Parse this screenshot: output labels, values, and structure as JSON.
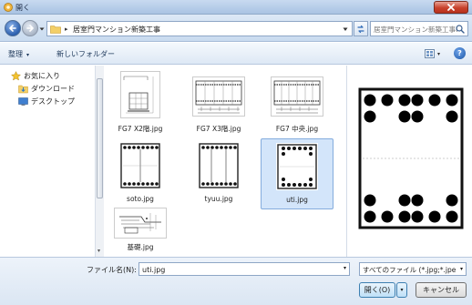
{
  "window": {
    "title": "開く"
  },
  "address": {
    "crumb": "居室門マンション新築工事",
    "separator": "▸"
  },
  "search": {
    "placeholder": "居室門マンション新築工事の..."
  },
  "toolbar": {
    "organize_label": "整理",
    "organize_caret": "▾",
    "new_folder_label": "新しいフォルダー",
    "view_caret": "▾",
    "help_label": "?"
  },
  "nav": {
    "items": [
      {
        "label": "お気に入り",
        "icon": "star-icon"
      },
      {
        "label": "ダウンロード",
        "icon": "download-folder-icon"
      },
      {
        "label": "デスクトップ",
        "icon": "desktop-icon"
      }
    ],
    "scroll_down": "▾"
  },
  "files": [
    {
      "name": "FG7 X2階.jpg",
      "selected": false
    },
    {
      "name": "FG7 X3階.jpg",
      "selected": false
    },
    {
      "name": "FG7 中央.jpg",
      "selected": false
    },
    {
      "name": "soto.jpg",
      "selected": false
    },
    {
      "name": "tyuu.jpg",
      "selected": false
    },
    {
      "name": "uti.jpg",
      "selected": true
    },
    {
      "name": "基礎.jpg",
      "selected": false
    }
  ],
  "footer": {
    "filename_label": "ファイル名(N):",
    "filename_value": "uti.jpg",
    "filename_caret": "▾",
    "filetype_value": "すべてのファイル (*.jpg;*.jpe",
    "filetype_caret": "▾",
    "open_label": "開く(O)",
    "open_split_caret": "▾",
    "cancel_label": "キャンセル"
  },
  "colors": {
    "titlebar": "#a9c3e3",
    "selection": "#d3e5fa",
    "close_button": "#c8412c"
  }
}
